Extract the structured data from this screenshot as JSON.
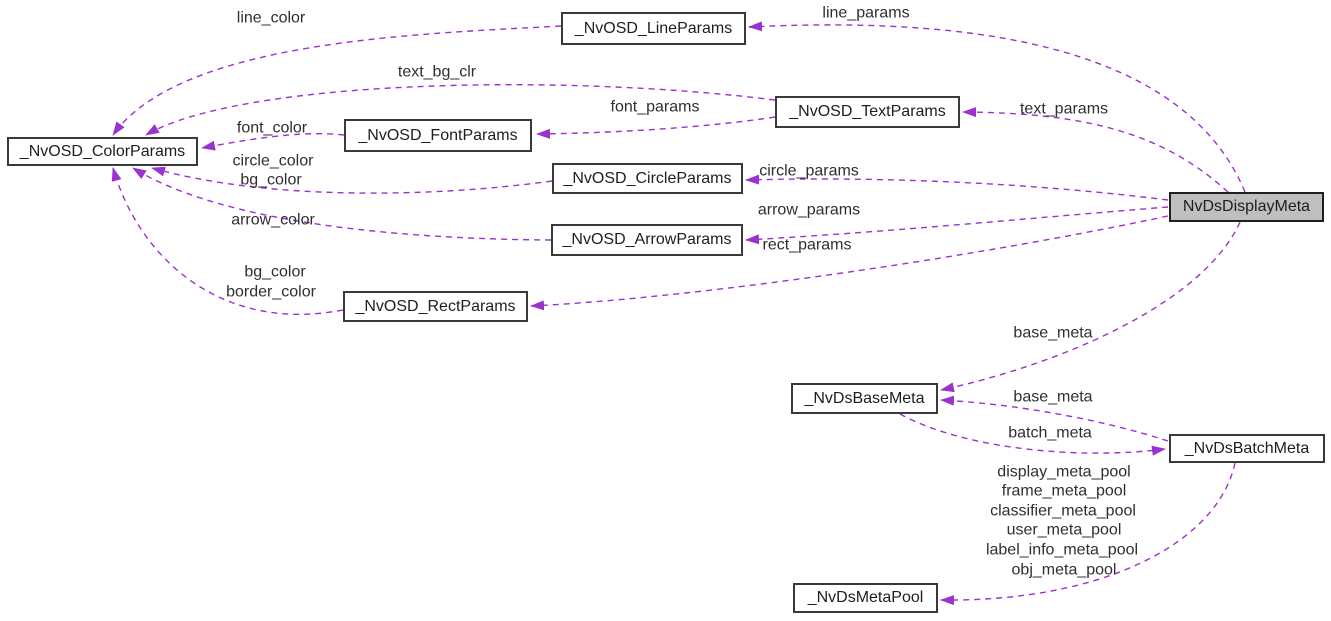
{
  "diagram": {
    "type": "doxygen-collaboration-graph",
    "background_color": "#ffffff",
    "edge_color": "#9a32cd",
    "edge_style": "dashed",
    "node_fill": "#ffffff",
    "node_border_color": "#3a3a3a",
    "highlight_node_fill": "#bfbfbf",
    "text_color": "#2f2f2f"
  },
  "nodes": [
    {
      "label": "_NvOSD_ColorParams",
      "highlight": false
    },
    {
      "label": "_NvOSD_FontParams",
      "highlight": false
    },
    {
      "label": "_NvOSD_LineParams",
      "highlight": false
    },
    {
      "label": "_NvOSD_TextParams",
      "highlight": false
    },
    {
      "label": "_NvOSD_CircleParams",
      "highlight": false
    },
    {
      "label": "_NvOSD_ArrowParams",
      "highlight": false
    },
    {
      "label": "_NvOSD_RectParams",
      "highlight": false
    },
    {
      "label": "NvDsDisplayMeta",
      "highlight": true
    },
    {
      "label": "_NvDsBaseMeta",
      "highlight": false
    },
    {
      "label": "_NvDsBatchMeta",
      "highlight": false
    },
    {
      "label": "_NvDsMetaPool",
      "highlight": false
    }
  ],
  "edges": [
    {
      "from": "_NvOSD_LineParams",
      "to": "_NvOSD_ColorParams",
      "labels": [
        "line_color"
      ]
    },
    {
      "from": "_NvOSD_TextParams",
      "to": "_NvOSD_ColorParams",
      "labels": [
        "text_bg_clr"
      ]
    },
    {
      "from": "_NvOSD_FontParams",
      "to": "_NvOSD_ColorParams",
      "labels": [
        "font_color"
      ]
    },
    {
      "from": "_NvOSD_TextParams",
      "to": "_NvOSD_FontParams",
      "labels": [
        "font_params"
      ]
    },
    {
      "from": "_NvOSD_CircleParams",
      "to": "_NvOSD_ColorParams",
      "labels": [
        "circle_color",
        "bg_color"
      ]
    },
    {
      "from": "_NvOSD_ArrowParams",
      "to": "_NvOSD_ColorParams",
      "labels": [
        "arrow_color"
      ]
    },
    {
      "from": "_NvOSD_RectParams",
      "to": "_NvOSD_ColorParams",
      "labels": [
        "bg_color",
        "border_color"
      ]
    },
    {
      "from": "NvDsDisplayMeta",
      "to": "_NvOSD_LineParams",
      "labels": [
        "line_params"
      ]
    },
    {
      "from": "NvDsDisplayMeta",
      "to": "_NvOSD_TextParams",
      "labels": [
        "text_params"
      ]
    },
    {
      "from": "NvDsDisplayMeta",
      "to": "_NvOSD_CircleParams",
      "labels": [
        "circle_params"
      ]
    },
    {
      "from": "NvDsDisplayMeta",
      "to": "_NvOSD_ArrowParams",
      "labels": [
        "arrow_params"
      ]
    },
    {
      "from": "NvDsDisplayMeta",
      "to": "_NvOSD_RectParams",
      "labels": [
        "rect_params"
      ]
    },
    {
      "from": "NvDsDisplayMeta",
      "to": "_NvDsBaseMeta",
      "labels": [
        "base_meta"
      ]
    },
    {
      "from": "_NvDsBatchMeta",
      "to": "_NvDsBaseMeta",
      "labels": [
        "base_meta"
      ]
    },
    {
      "from": "_NvDsBaseMeta",
      "to": "_NvDsBatchMeta",
      "labels": [
        "batch_meta"
      ]
    },
    {
      "from": "_NvDsBatchMeta",
      "to": "_NvDsMetaPool",
      "labels": [
        "display_meta_pool",
        "frame_meta_pool",
        "classifier_meta_pool",
        "user_meta_pool",
        "label_info_meta_pool",
        "obj_meta_pool"
      ]
    }
  ]
}
